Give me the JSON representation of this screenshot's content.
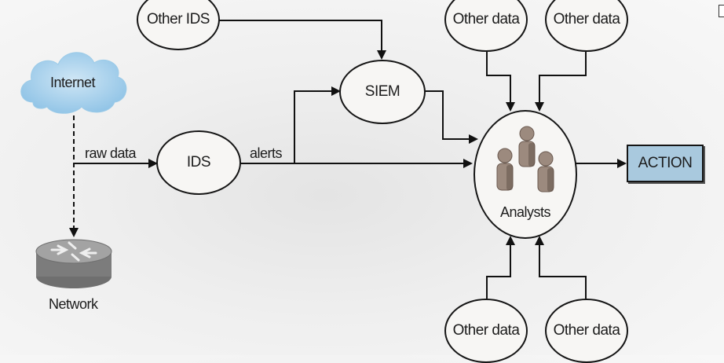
{
  "nodes": {
    "other_ids": "Other IDS",
    "siem": "SIEM",
    "ids": "IDS",
    "internet": "Internet",
    "network": "Network",
    "analysts": "Analysts",
    "action": "ACTION",
    "other_data_top_left": "Other data",
    "other_data_top_right": "Other data",
    "other_data_bottom_left": "Other data",
    "other_data_bottom_right": "Other data"
  },
  "edges": {
    "raw_data": "raw data",
    "alerts": "alerts"
  },
  "colors": {
    "action_fill": "#a9c9de",
    "cloud_fill": "#a8cfe8",
    "person_fill": "#9c8a7e",
    "router_fill": "#8e8e8e"
  }
}
